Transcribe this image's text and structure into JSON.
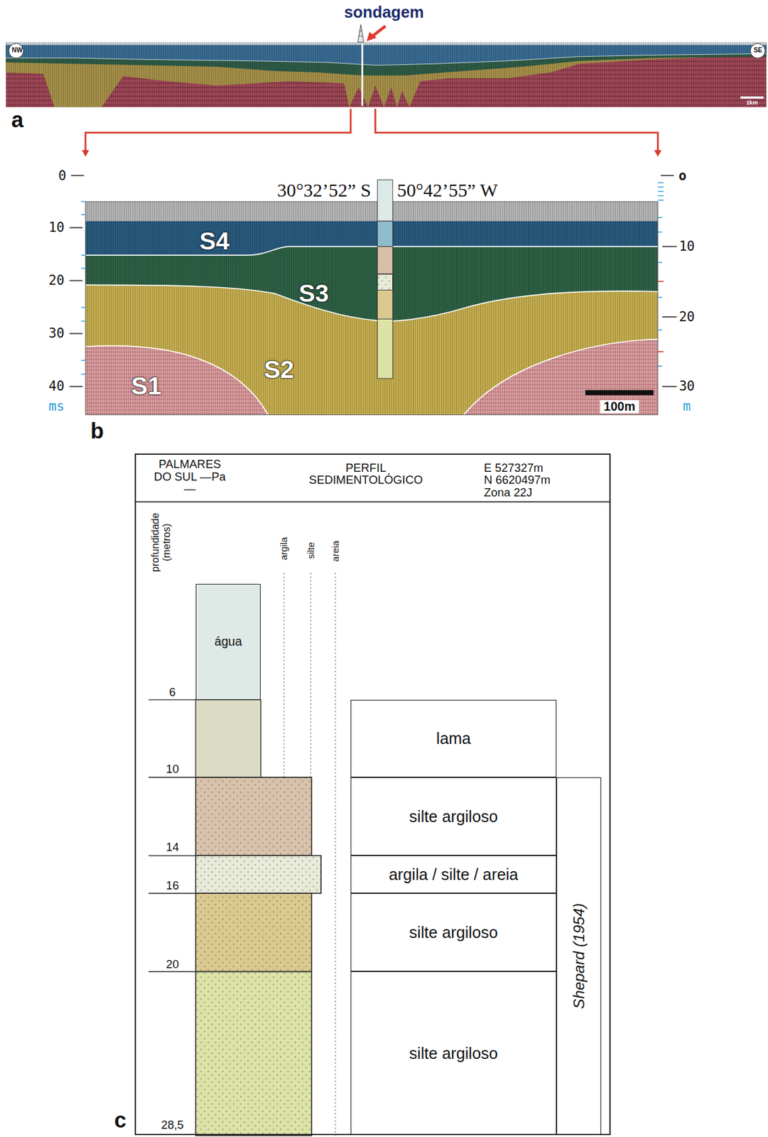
{
  "diagram": {
    "nodes": [
      {
        "text": [
          "NW"
        ]
      },
      {
        "text": [
          "SE"
        ]
      },
      {
        "text": [
          "PALMARES DO SUL —Pa—",
          "PERFIL SEDIMENTOLÓGICO",
          "E 527327m N 6620497m Zona 22J"
        ]
      },
      {
        "text": [
          "água"
        ],
        "in": 2
      },
      {
        "text": [
          "lama"
        ],
        "in": 2
      },
      {
        "text": [
          "silte argiloso"
        ],
        "in": 2
      },
      {
        "text": [
          "argila / silte / areia"
        ],
        "in": 2
      },
      {
        "text": [
          "silte argiloso"
        ],
        "in": 2
      },
      {
        "text": [
          "silte argiloso"
        ],
        "in": 2
      },
      {
        "text": [
          "Shepard (1954)"
        ],
        "in": 2
      }
    ],
    "labels": [
      "sondagem",
      "1km",
      "a",
      "0",
      "10",
      "20",
      "30",
      "40",
      "ms",
      "o",
      "10",
      "20",
      "30",
      "m",
      "30°32’52” S",
      "50°42’55” W",
      "S4",
      "S3",
      "S2",
      "S1",
      "100m",
      "b",
      "profundidade (metros)",
      "argila",
      "silte",
      "areia",
      "6",
      "10",
      "14",
      "16",
      "20",
      "28,5",
      "c"
    ]
  }
}
